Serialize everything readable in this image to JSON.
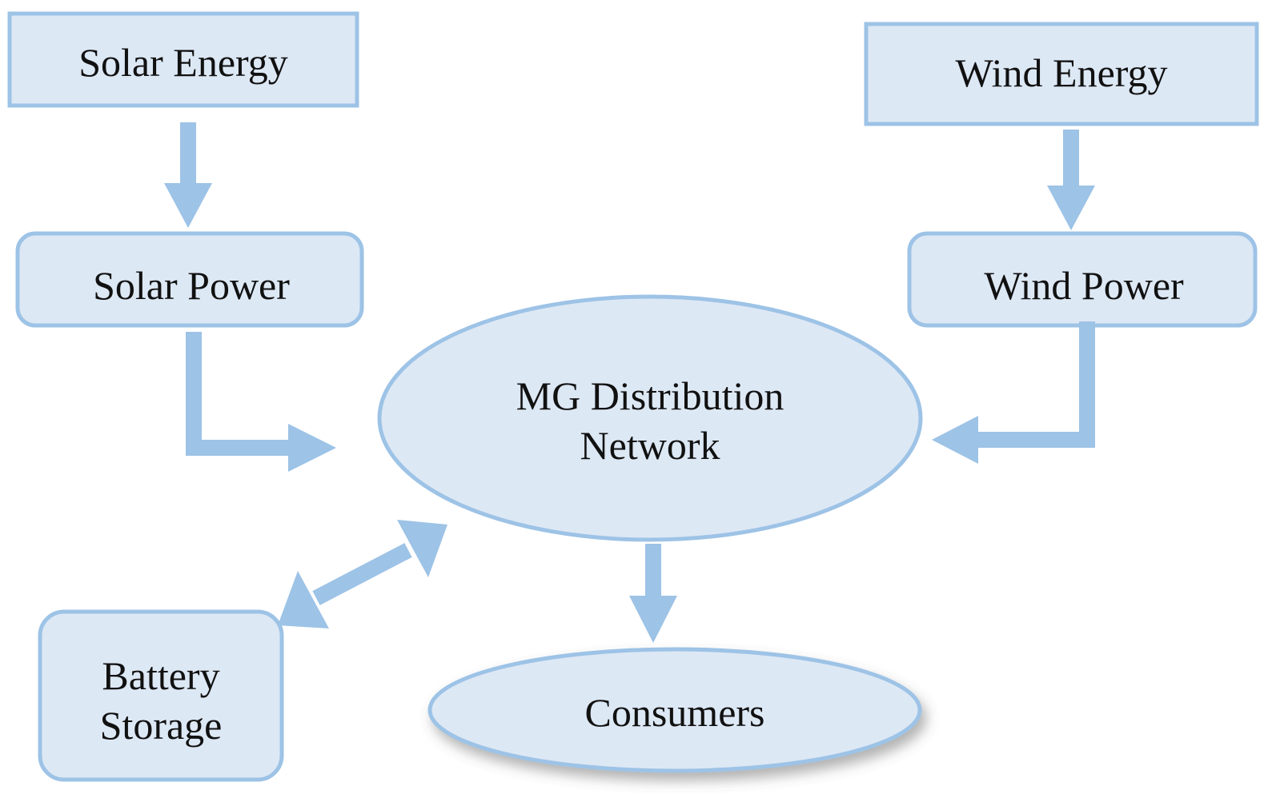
{
  "nodes": {
    "solar_energy": "Solar Energy",
    "solar_power": "Solar Power",
    "wind_energy": "Wind Energy",
    "wind_power": "Wind Power",
    "mg_network_line1": "MG Distribution",
    "mg_network_line2": "Network",
    "battery_line1": "Battery",
    "battery_line2": "Storage",
    "consumers": "Consumers"
  },
  "colors": {
    "fill": "#dde8f5",
    "stroke": "#9dc3e6",
    "text": "#111111"
  }
}
